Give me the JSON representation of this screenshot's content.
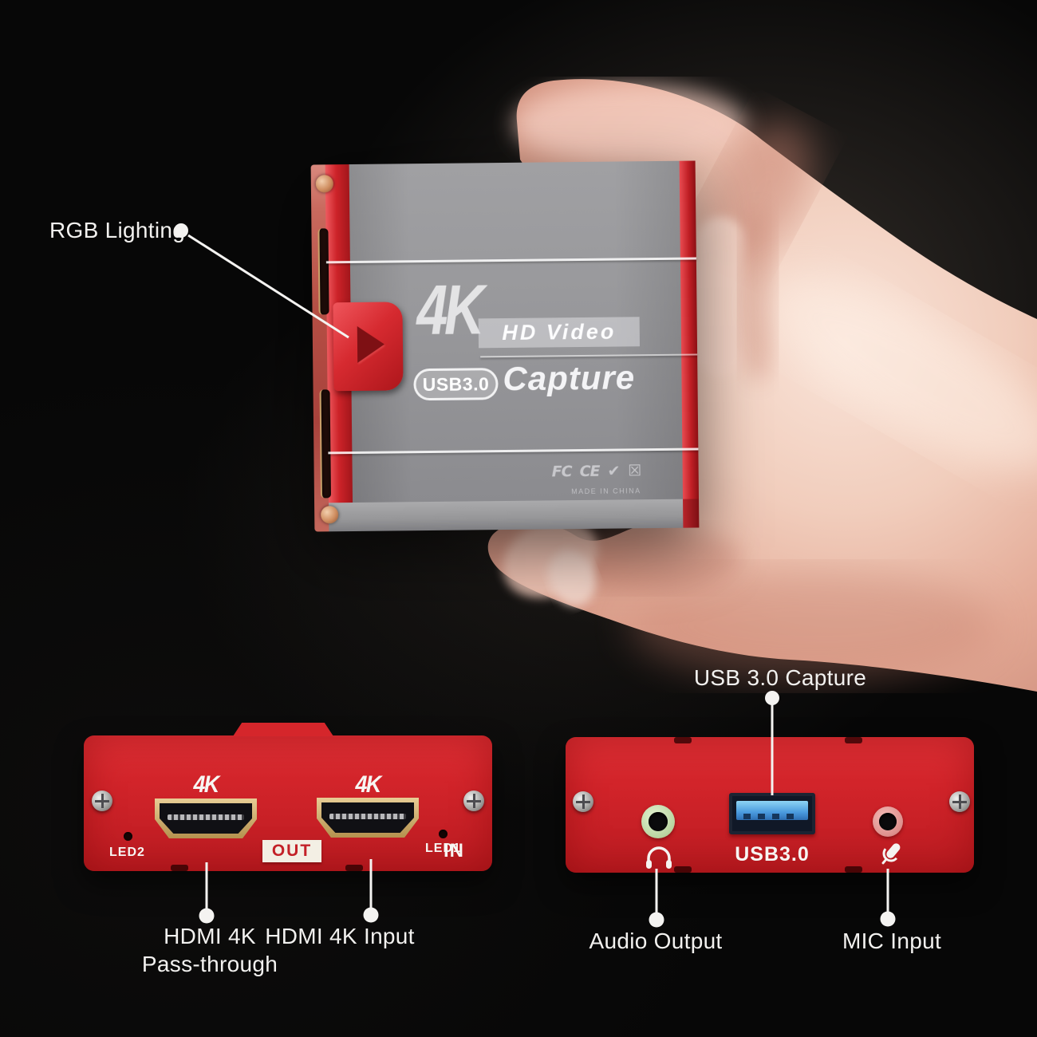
{
  "colors": {
    "background": "#070707",
    "device_red": "#cc2127",
    "panel_red": "#d2242a",
    "device_gray": "#97979b",
    "usb_blue": "#3d8fd6",
    "audio_jack_green": "#cfe3bd",
    "mic_jack_pink": "#e9a3a0",
    "label_white": "#f2f1ef",
    "skin": "#eec0ae"
  },
  "callouts": {
    "rgb_lighting": "RGB Lighting",
    "usb_capture": "USB 3.0 Capture",
    "hdmi_passthrough_line1": "HDMI 4K",
    "hdmi_passthrough_line2": "Pass-through",
    "hdmi_input": "HDMI 4K Input",
    "audio_output": "Audio Output",
    "mic_input": "MIC Input"
  },
  "device": {
    "logo_4k": "4K",
    "logo_hd_video": "HD Video",
    "logo_usb": "USB3.0",
    "logo_capture": "Capture",
    "cert_fcc": "FC",
    "cert_ce": "CE",
    "cert_rohs": "✔",
    "cert_weee": "☒",
    "made_in": "MADE IN CHINA"
  },
  "front_panel": {
    "hdmi_out_4k": "4K",
    "hdmi_in_4k": "4K",
    "out_tag": "OUT",
    "in_tag": "IN",
    "led2": "LED2",
    "led1": "LED1"
  },
  "rear_panel": {
    "usb_label": "USB3.0"
  }
}
